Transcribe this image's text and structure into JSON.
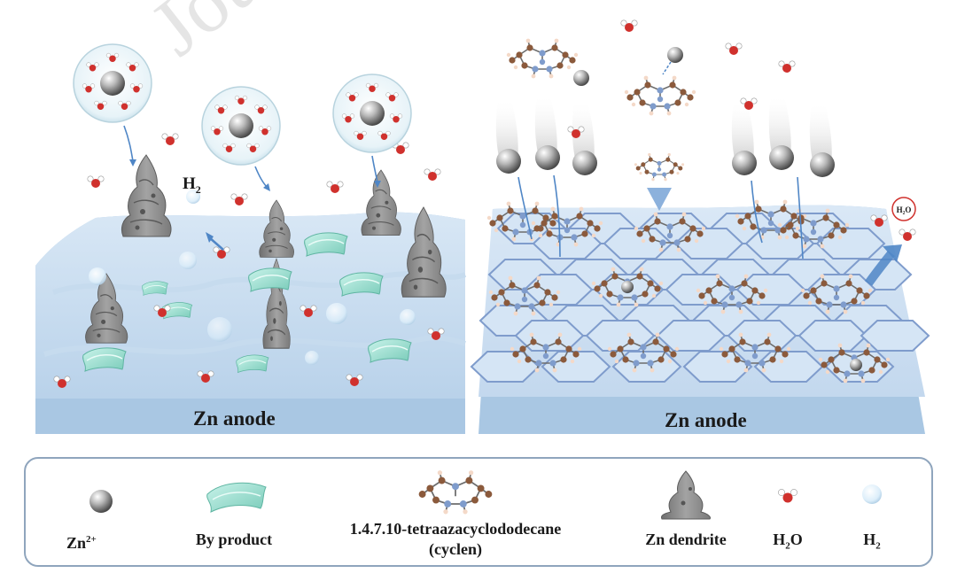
{
  "watermark": "Journal Pre",
  "left_panel": {
    "anode_label": "Zn anode",
    "h2_label": "H",
    "h2_sub": "2"
  },
  "right_panel": {
    "anode_label": "Zn anode",
    "h2o_badge": "H₂O"
  },
  "legend": {
    "zn": {
      "main": "Zn",
      "sup": "2+"
    },
    "byproduct": "By product",
    "cyclen_line1": "1.4.7.10-tetraazacyclododecane",
    "cyclen_line2": "(cyclen)",
    "dendrite": "Zn dendrite",
    "h2o": {
      "main": "H",
      "sub": "2",
      "tail": "O"
    },
    "h2": {
      "main": "H",
      "sub": "2"
    }
  },
  "colors": {
    "slab_top": "#cfe0f2",
    "slab_side": "#9fbcd9",
    "dendrite": "#8a8a8a",
    "byproduct": "#a5e5d8",
    "zn_ion": "#9a9a9a",
    "water_o": "#d0312d",
    "cyclen_c": "#8b5a3c",
    "cyclen_n": "#7f9ccc",
    "arrow": "#4f86c6"
  }
}
